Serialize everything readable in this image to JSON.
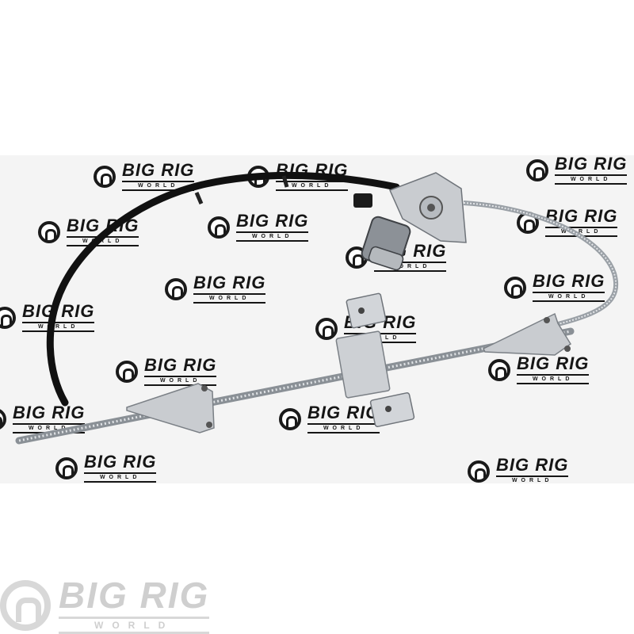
{
  "watermark": {
    "brand": "BIG RIG",
    "subtitle": "WORLD"
  },
  "footer_logo": {
    "brand": "BIG RIG",
    "subtitle": "WORLD"
  },
  "colors": {
    "background": "#ffffff",
    "backdrop": "#f4f4f4",
    "ink": "#151515",
    "metal": "#c9ccd0",
    "cable": "#111111",
    "footer_logo": "#cfcfcf"
  },
  "subject": {
    "icon": "window-regulator-icon"
  }
}
